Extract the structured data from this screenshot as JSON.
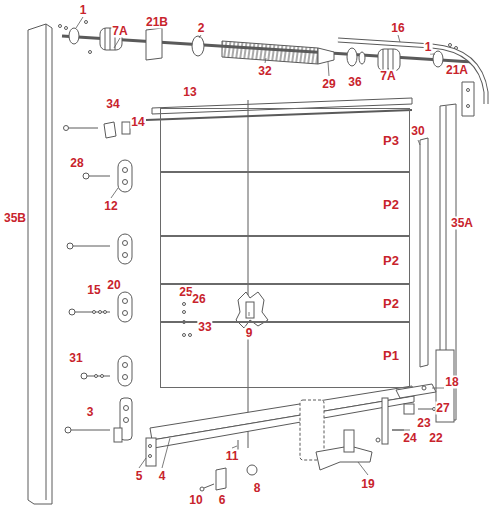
{
  "diagram": {
    "nodes": [
      {
        "text": [
          "P3"
        ]
      },
      {
        "text": [
          "P2"
        ]
      },
      {
        "text": [
          "P2"
        ]
      },
      {
        "text": [
          "P2"
        ]
      },
      {
        "text": [
          "P1"
        ]
      }
    ],
    "labels": [
      "1",
      "7A",
      "21B",
      "2",
      "32",
      "29",
      "36",
      "7A",
      "1",
      "16",
      "21A",
      "13",
      "14",
      "34",
      "30",
      "35B",
      "28",
      "12",
      "35A",
      "15",
      "20",
      "25",
      "26",
      "9",
      "33",
      "31",
      "18",
      "3",
      "27",
      "23",
      "24",
      "22",
      "5",
      "4",
      "11",
      "8",
      "10",
      "6",
      "19"
    ]
  }
}
